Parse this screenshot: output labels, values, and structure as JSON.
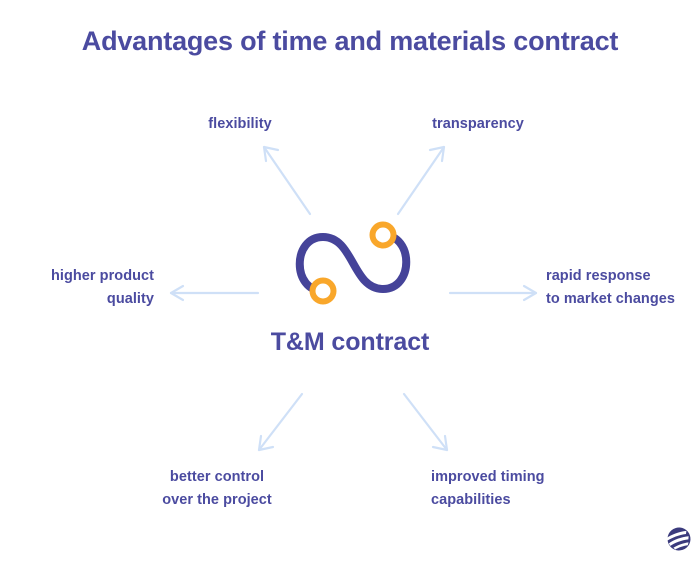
{
  "title": "Advantages of time and materials contract",
  "center": {
    "label": "T&M contract",
    "icon": "s-curve-nodes-icon"
  },
  "benefits": [
    {
      "id": "flexibility",
      "label": "flexibility",
      "position": "top-left"
    },
    {
      "id": "transparency",
      "label": "transparency",
      "position": "top-right"
    },
    {
      "id": "higher-product-quality",
      "label": "higher product\nquality",
      "position": "left"
    },
    {
      "id": "rapid-response",
      "label": "rapid response\nto market changes",
      "position": "right"
    },
    {
      "id": "better-control",
      "label": "better control\nover the project",
      "position": "bottom-left"
    },
    {
      "id": "improved-timing",
      "label": "improved timing\ncapabilities",
      "position": "bottom-right"
    }
  ],
  "arrows": [
    {
      "id": "arrow-to-flexibility",
      "direction": "up-left"
    },
    {
      "id": "arrow-to-transparency",
      "direction": "up-right"
    },
    {
      "id": "arrow-to-quality",
      "direction": "left"
    },
    {
      "id": "arrow-to-rapid-response",
      "direction": "right"
    },
    {
      "id": "arrow-to-better-control",
      "direction": "down-left"
    },
    {
      "id": "arrow-to-improved-timing",
      "direction": "down-right"
    }
  ],
  "logo": {
    "name": "brand-globe-logo"
  },
  "colors": {
    "background": "#ffffff",
    "text_primary": "#4b4ba0",
    "curve": "#454399",
    "node_accent": "#f9a72b",
    "arrow": "#cfe0f7"
  }
}
